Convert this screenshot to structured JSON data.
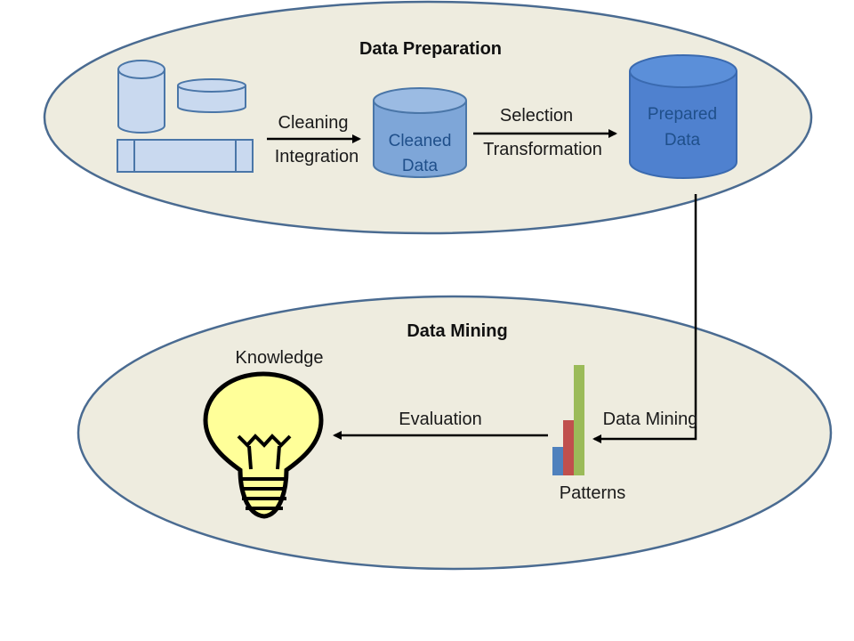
{
  "sections": {
    "preparation": {
      "title": "Data Preparation"
    },
    "mining": {
      "title": "Data Mining"
    }
  },
  "steps": {
    "cleaning": "Cleaning",
    "integration": "Integration",
    "selection": "Selection",
    "transformation": "Transformation",
    "data_mining": "Data Mining",
    "evaluation": "Evaluation"
  },
  "stores": {
    "cleaned_line1": "Cleaned",
    "cleaned_line2": "Data",
    "prepared_line1": "Prepared",
    "prepared_line2": "Data"
  },
  "outputs": {
    "patterns": "Patterns",
    "knowledge": "Knowledge"
  },
  "patterns_chart": {
    "type": "bar",
    "values": [
      1.6,
      3.1,
      6.2
    ],
    "colors": [
      "#4f81bd",
      "#c0504d",
      "#9bbb59"
    ]
  },
  "colors": {
    "ellipse_fill": "#eeecdf",
    "ellipse_stroke": "#4a6b91",
    "source_fill": "#c9d9ef",
    "source_stroke": "#4a76a8",
    "cleaned_fill": "#7ea6d8",
    "prepared_fill": "#4f81cf",
    "store_text": "#1f4f8a",
    "bulb_fill": "#ffff99",
    "arrow": "#000000"
  }
}
